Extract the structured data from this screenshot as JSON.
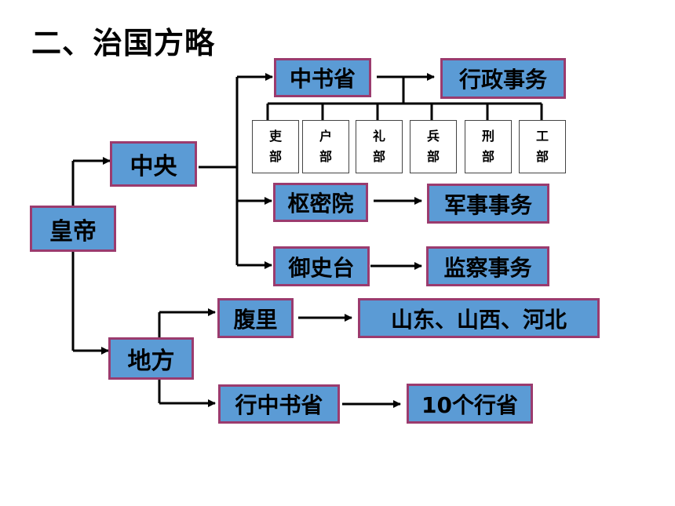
{
  "title": "二、治国方略",
  "nodes": {
    "emperor": "皇帝",
    "central": "中央",
    "local": "地方",
    "zhongshusheng": "中书省",
    "admin_affairs": "行政事务",
    "shumiyuan": "枢密院",
    "military_affairs": "军事事务",
    "yushitai": "御史台",
    "supervision_affairs": "监察事务",
    "fuli": "腹里",
    "fuli_regions": "山东、山西、河北",
    "xingzhongshusheng": "行中书省",
    "ten_provinces": "10个行省"
  },
  "six_ministries": [
    {
      "top": "吏",
      "bottom": "部"
    },
    {
      "top": "户",
      "bottom": "部"
    },
    {
      "top": "礼",
      "bottom": "部"
    },
    {
      "top": "兵",
      "bottom": "部"
    },
    {
      "top": "刑",
      "bottom": "部"
    },
    {
      "top": "工",
      "bottom": "部"
    }
  ],
  "colors": {
    "box_fill": "#5b9bd5",
    "box_border": "#9b3b6e",
    "line": "#000000"
  }
}
